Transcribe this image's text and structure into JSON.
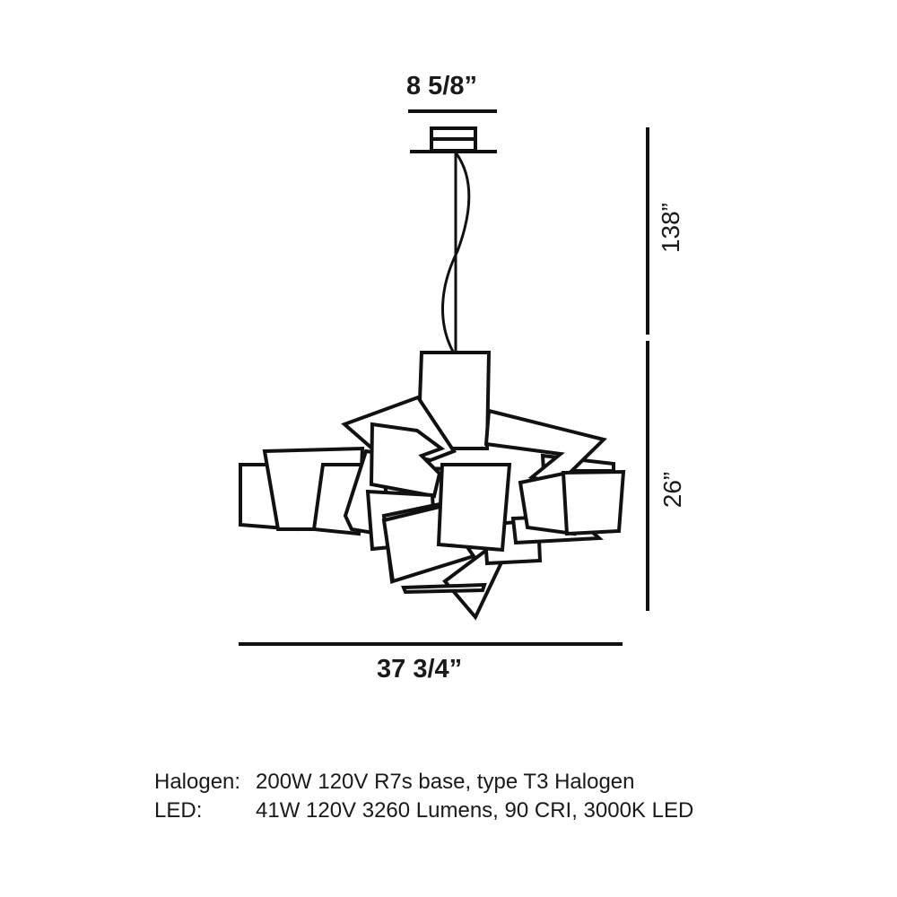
{
  "dimensions": {
    "canopy_width": "8 5/8”",
    "overall_length": "138”",
    "fixture_height": "26”",
    "fixture_width": "37 3/4”"
  },
  "specs": [
    {
      "label": "Halogen:",
      "value": "200W 120V R7s base, type T3 Halogen"
    },
    {
      "label": "LED:",
      "value": "41W 120V 3260 Lumens, 90 CRI, 3000K LED"
    }
  ],
  "colors": {
    "line": "#111111",
    "background": "#ffffff"
  }
}
